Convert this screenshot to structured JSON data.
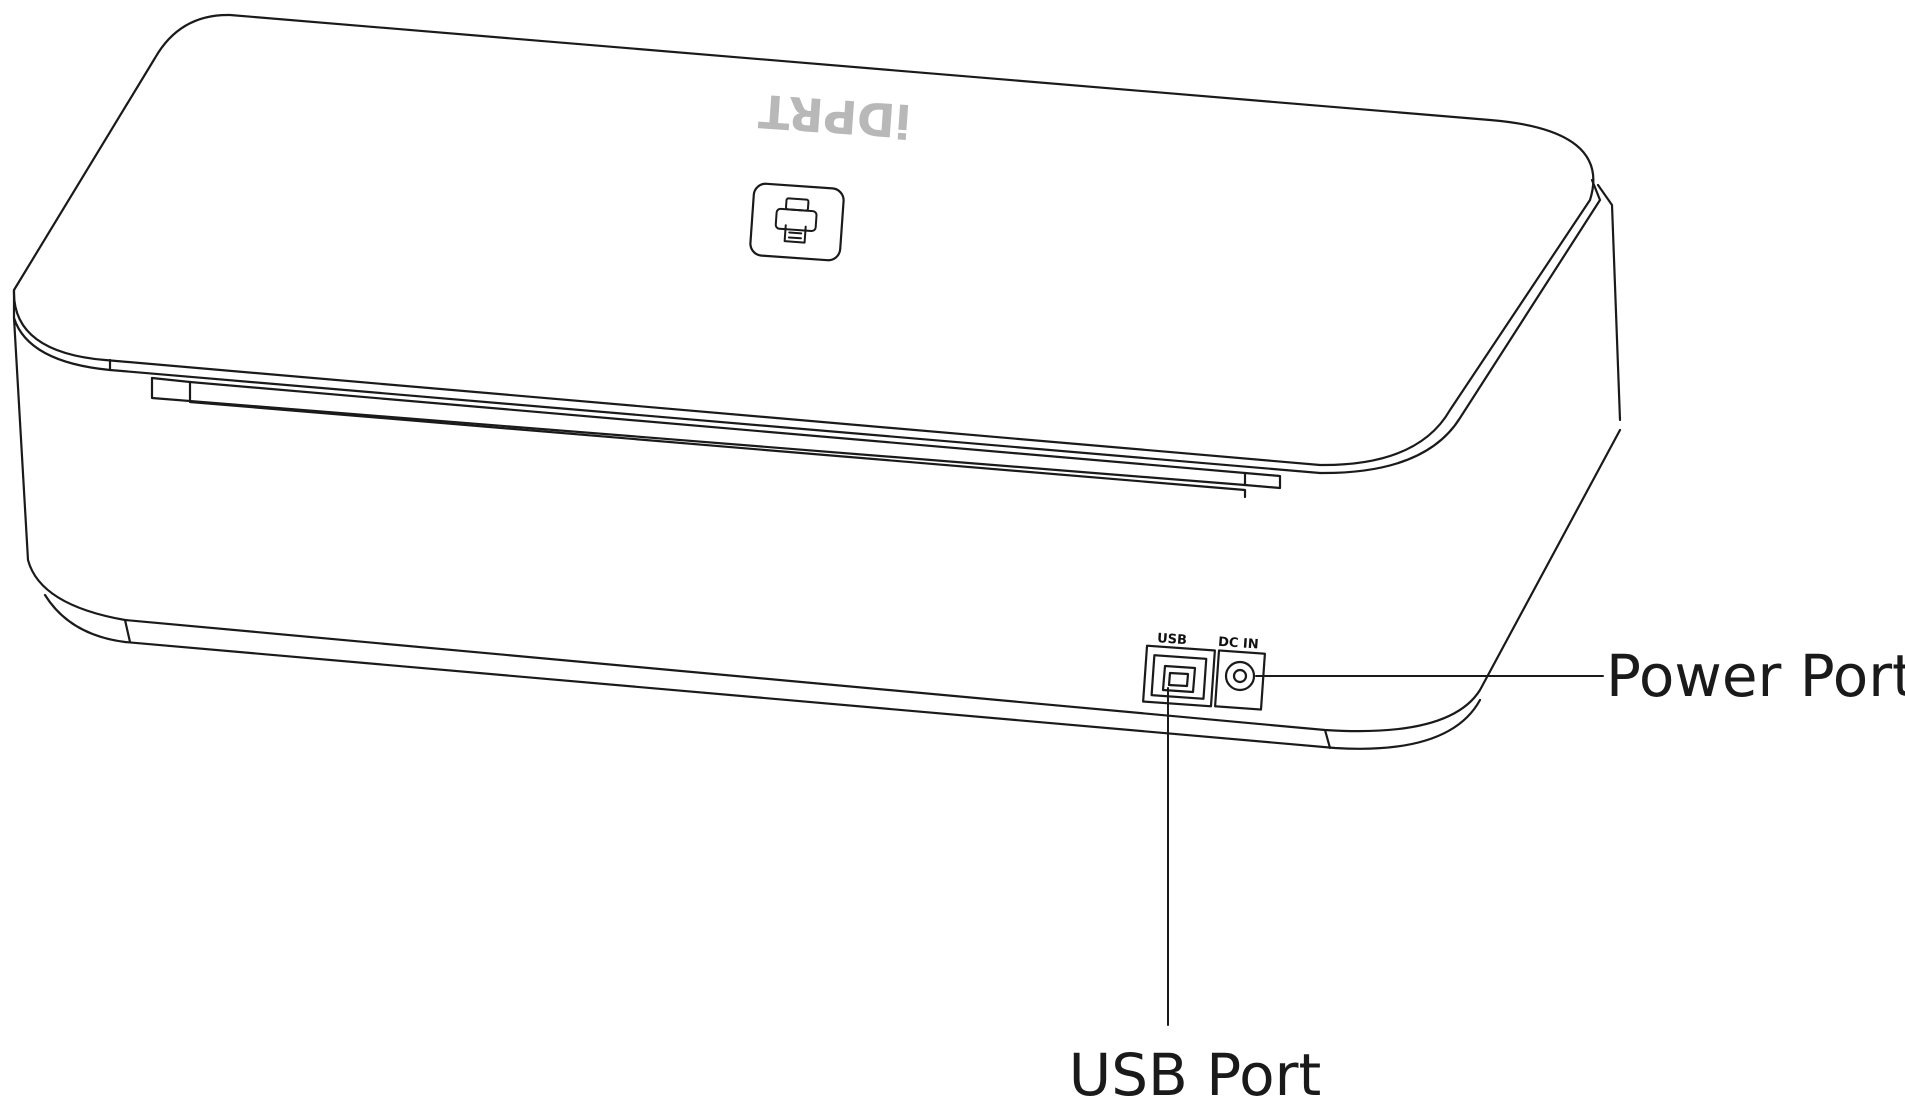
{
  "product": {
    "logo_text": "iDPRT",
    "ports": {
      "usb_label": "USB",
      "dc_label": "DC IN"
    }
  },
  "callouts": {
    "power_port": "Power Port",
    "usb_port": "USB Port"
  },
  "colors": {
    "line": "#1a1a1a",
    "logo": "#b8b8b8",
    "background": "#ffffff"
  },
  "icons": {
    "top_button": "printer-icon"
  }
}
